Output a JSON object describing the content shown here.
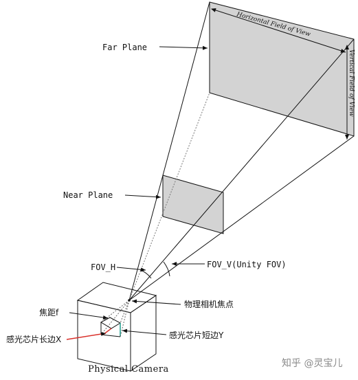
{
  "labels": {
    "far_plane": "Far Plane",
    "near_plane": "Near Plane",
    "horizontal_fov": "Horizontal Field of View",
    "vertical_fov": "Vertical Field of View",
    "fov_h": "FOV_H",
    "fov_v": "FOV_V(Unity FOV)",
    "focal_point": "物理相机焦点",
    "focal_length": "焦距f",
    "sensor_short": "感光芯片短边Y",
    "sensor_long": "感光芯片长边X",
    "camera": "Physical Camera"
  },
  "watermark": "知乎 @灵宝儿",
  "colors": {
    "plane_fill": "#d3d3d3",
    "sensor_red": "#d9302a",
    "sensor_teal": "#1a9a8a"
  }
}
